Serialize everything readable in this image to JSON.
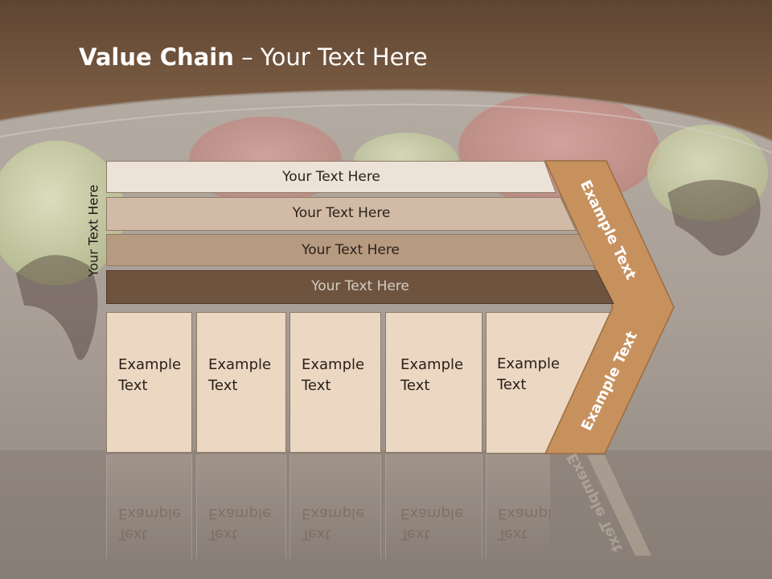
{
  "slide": {
    "title_bold": "Value Chain",
    "title_rest": " – Your Text Here",
    "side_label": "Your Text Here"
  },
  "rows": [
    {
      "label": "Your Text Here",
      "color": "#ece2d8"
    },
    {
      "label": "Your Text Here",
      "color": "#d2bba6"
    },
    {
      "label": "Your Text Here",
      "color": "#b79b80"
    },
    {
      "label": "Your Text Here",
      "color": "#6e543f"
    }
  ],
  "boxes": [
    {
      "line1": "Example",
      "line2": "Text"
    },
    {
      "line1": "Example",
      "line2": "Text"
    },
    {
      "line1": "Example",
      "line2": "Text"
    },
    {
      "line1": "Example",
      "line2": "Text"
    },
    {
      "line1": "Example",
      "line2": "Text"
    }
  ],
  "arrow": {
    "upper_text": "Example Text",
    "lower_text": "Example Text",
    "color": "#c7915e"
  },
  "colors": {
    "header": "#6e5139",
    "box_fill": "#ebd7c2"
  }
}
